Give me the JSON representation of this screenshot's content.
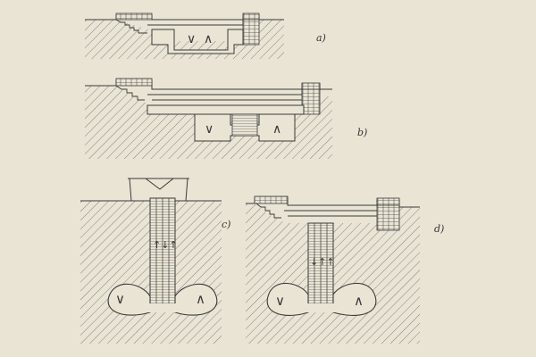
{
  "panels": [
    {
      "id": "a",
      "label": "a)"
    },
    {
      "id": "b",
      "label": "b)"
    },
    {
      "id": "c",
      "label": "c)"
    },
    {
      "id": "d",
      "label": "d)"
    }
  ],
  "symbols": {
    "down": "∨",
    "up": "∧"
  },
  "colors": {
    "paper": "#e9e4d4",
    "ink": "#3a3a3a",
    "hatch": "#6a6a6a"
  }
}
